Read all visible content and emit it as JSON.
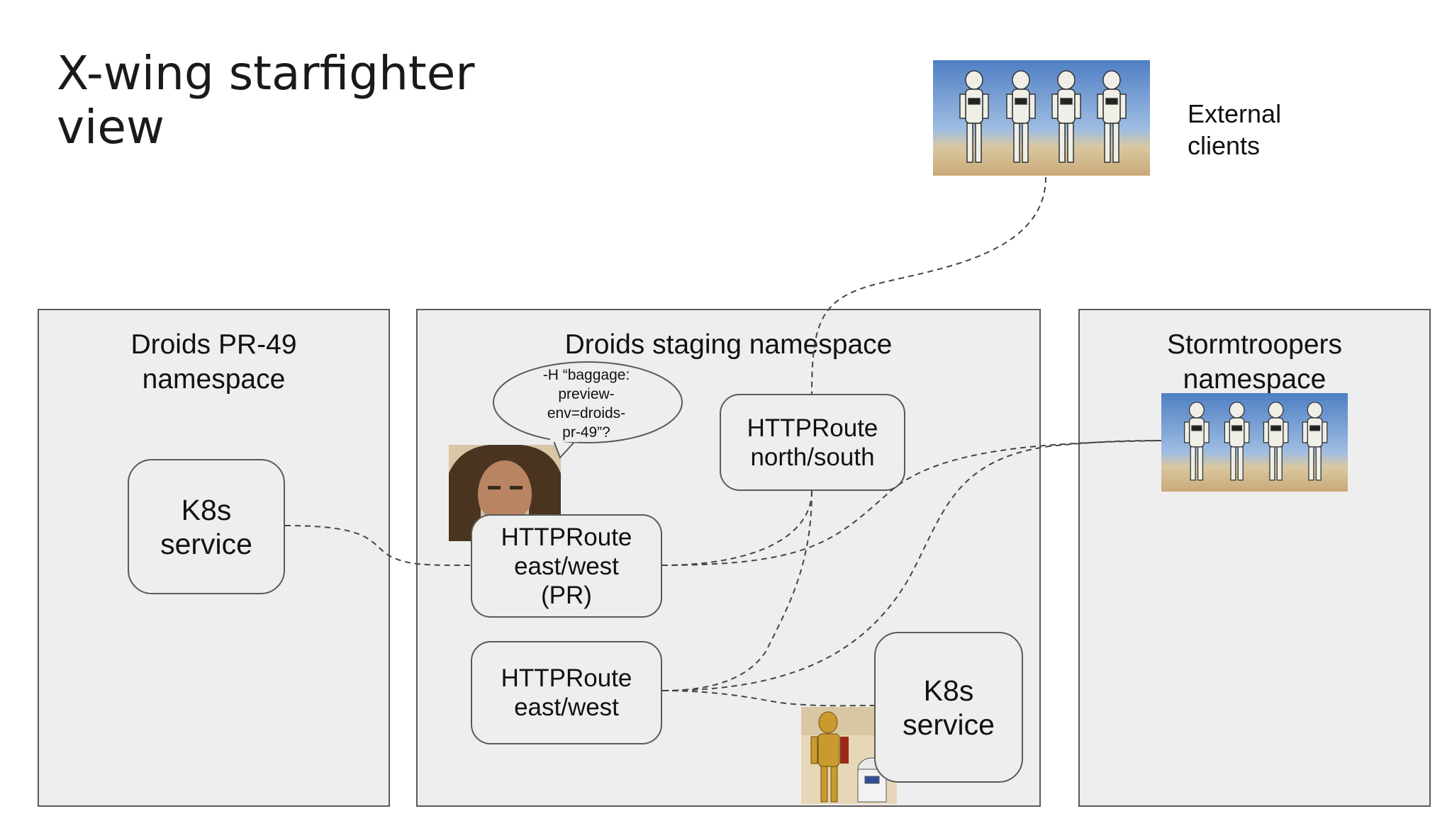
{
  "slide": {
    "title": "X-wing starfighter\nview",
    "external_label": "External\nclients"
  },
  "namespaces": {
    "pr": {
      "title": "Droids PR-49\nnamespace"
    },
    "staging": {
      "title": "Droids staging namespace"
    },
    "stormtroopers": {
      "title": "Stormtroopers\nnamespace"
    }
  },
  "boxes": {
    "pr_service": "K8s\nservice",
    "route_ns": "HTTPRoute\nnorth/south",
    "route_ew_pr": "HTTPRoute\neast/west\n(PR)",
    "route_ew": "HTTPRoute\neast/west",
    "staging_service": "K8s\nservice"
  },
  "bubble": {
    "text": "-H “baggage:\npreview-\nenv=droids-\npr-49”?"
  },
  "colors": {
    "box_fill": "#eeeeee",
    "border": "#5a5a5a",
    "connector": "#444444"
  },
  "icons": [
    "stormtroopers-photo",
    "obi-wan-photo",
    "droids-photo"
  ]
}
